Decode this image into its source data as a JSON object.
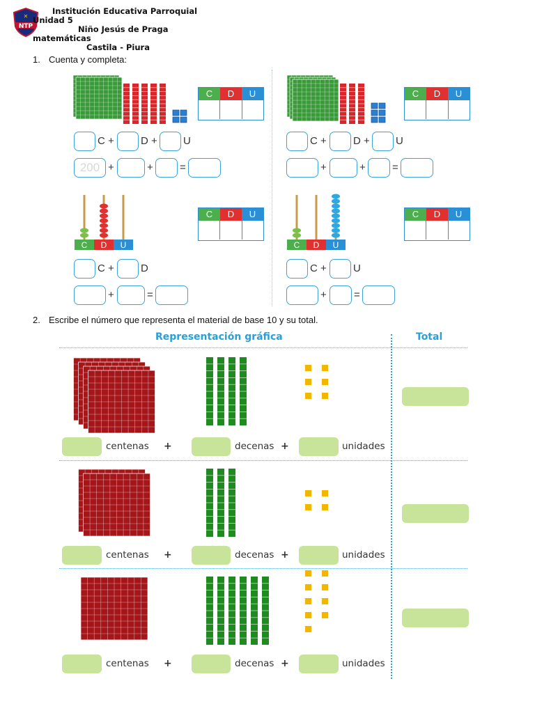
{
  "header": {
    "school_line1": "Institución Educativa Parroquial",
    "unit": "Unidad 5",
    "school_line2": "Niño Jesús de Praga",
    "subject": "matemáticas",
    "location": "Castila - Piura",
    "logo_text": "NTP"
  },
  "exercise1": {
    "number": "1.",
    "instruction": "Cuenta y completa:",
    "table_headers": [
      "C",
      "D",
      "U"
    ],
    "example_value": "200",
    "parts": {
      "c_plus": "C +",
      "d_plus": "D +",
      "u": "U",
      "d": "D",
      "plus": "+",
      "equals": "="
    },
    "abacus_labels": [
      "C",
      "D",
      "U"
    ]
  },
  "exercise2": {
    "number": "2.",
    "instruction": "Escribe el número que representa el material de base 10 y su total.",
    "heading_representation": "Representación gráfica",
    "heading_total": "Total",
    "label_centenas": "centenas",
    "label_decenas": "decenas",
    "label_unidades": "unidades",
    "plus": "+"
  },
  "colors": {
    "blue": "#3aa2dd",
    "green": "#4cae4c",
    "red": "#e03030",
    "dark_red": "#a01818",
    "dark_green": "#1e8a1e",
    "yellow": "#f2b600",
    "answer_green": "#c8e39a"
  }
}
